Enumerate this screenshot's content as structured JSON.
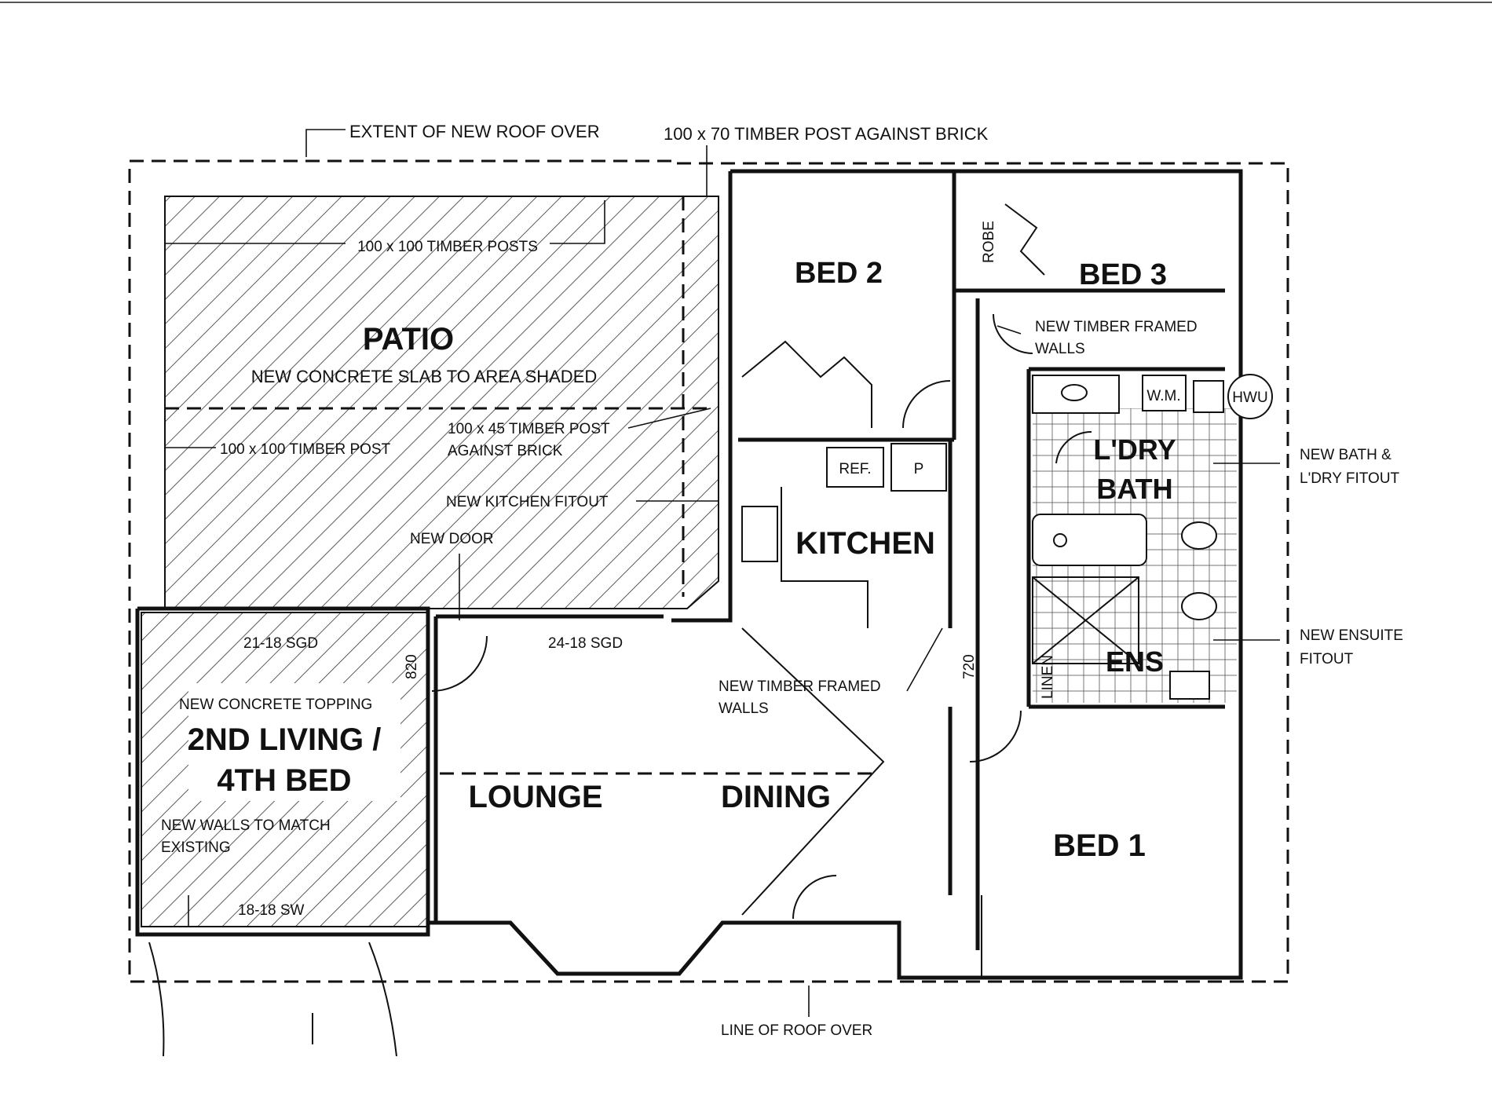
{
  "rooms": {
    "patio": "PATIO",
    "bed2": "BED 2",
    "bed3": "BED 3",
    "robe": "ROBE",
    "kitchen": "KITCHEN",
    "ref": "REF.",
    "pantry": "P",
    "laundry": "L'DRY",
    "bath": "BATH",
    "wm": "W.M.",
    "hwu": "HWU",
    "ens": "ENS",
    "linen": "LINEN",
    "living_line1": "2ND LIVING /",
    "living_line2": "4TH BED",
    "lounge": "LOUNGE",
    "dining": "DINING",
    "bed1": "BED 1"
  },
  "notes": {
    "roof_extent": "EXTENT OF NEW ROOF OVER",
    "timber_post_brick": "100 x 70 TIMBER POST AGAINST BRICK",
    "timber_posts": "100 x 100 TIMBER POSTS",
    "concrete_slab": "NEW CONCRETE SLAB TO AREA SHADED",
    "timber_post_single": "100 x 100 TIMBER POST",
    "post_45_line1": "100 x 45 TIMBER POST",
    "post_45_line2": "AGAINST BRICK",
    "kitchen_fitout": "NEW KITCHEN FITOUT",
    "new_door": "NEW DOOR",
    "sgd_left": "21-18 SGD",
    "sgd_right": "24-18 SGD",
    "dim_820": "820",
    "dim_720": "720",
    "concrete_topping": "NEW CONCRETE TOPPING",
    "walls_match_line1": "NEW WALLS TO MATCH",
    "walls_match_line2": "EXISTING",
    "sw": "18-18 SW",
    "tf_walls_top_line1": "NEW TIMBER FRAMED",
    "tf_walls_top_line2": "WALLS",
    "tf_walls_mid_line1": "NEW TIMBER FRAMED",
    "tf_walls_mid_line2": "WALLS",
    "bath_fitout_line1": "NEW BATH &",
    "bath_fitout_line2": "L'DRY FITOUT",
    "ensuite_line1": "NEW ENSUITE",
    "ensuite_line2": "FITOUT",
    "roof_line": "LINE OF ROOF OVER"
  },
  "colors": {
    "ink": "#111111",
    "paper": "#ffffff"
  }
}
